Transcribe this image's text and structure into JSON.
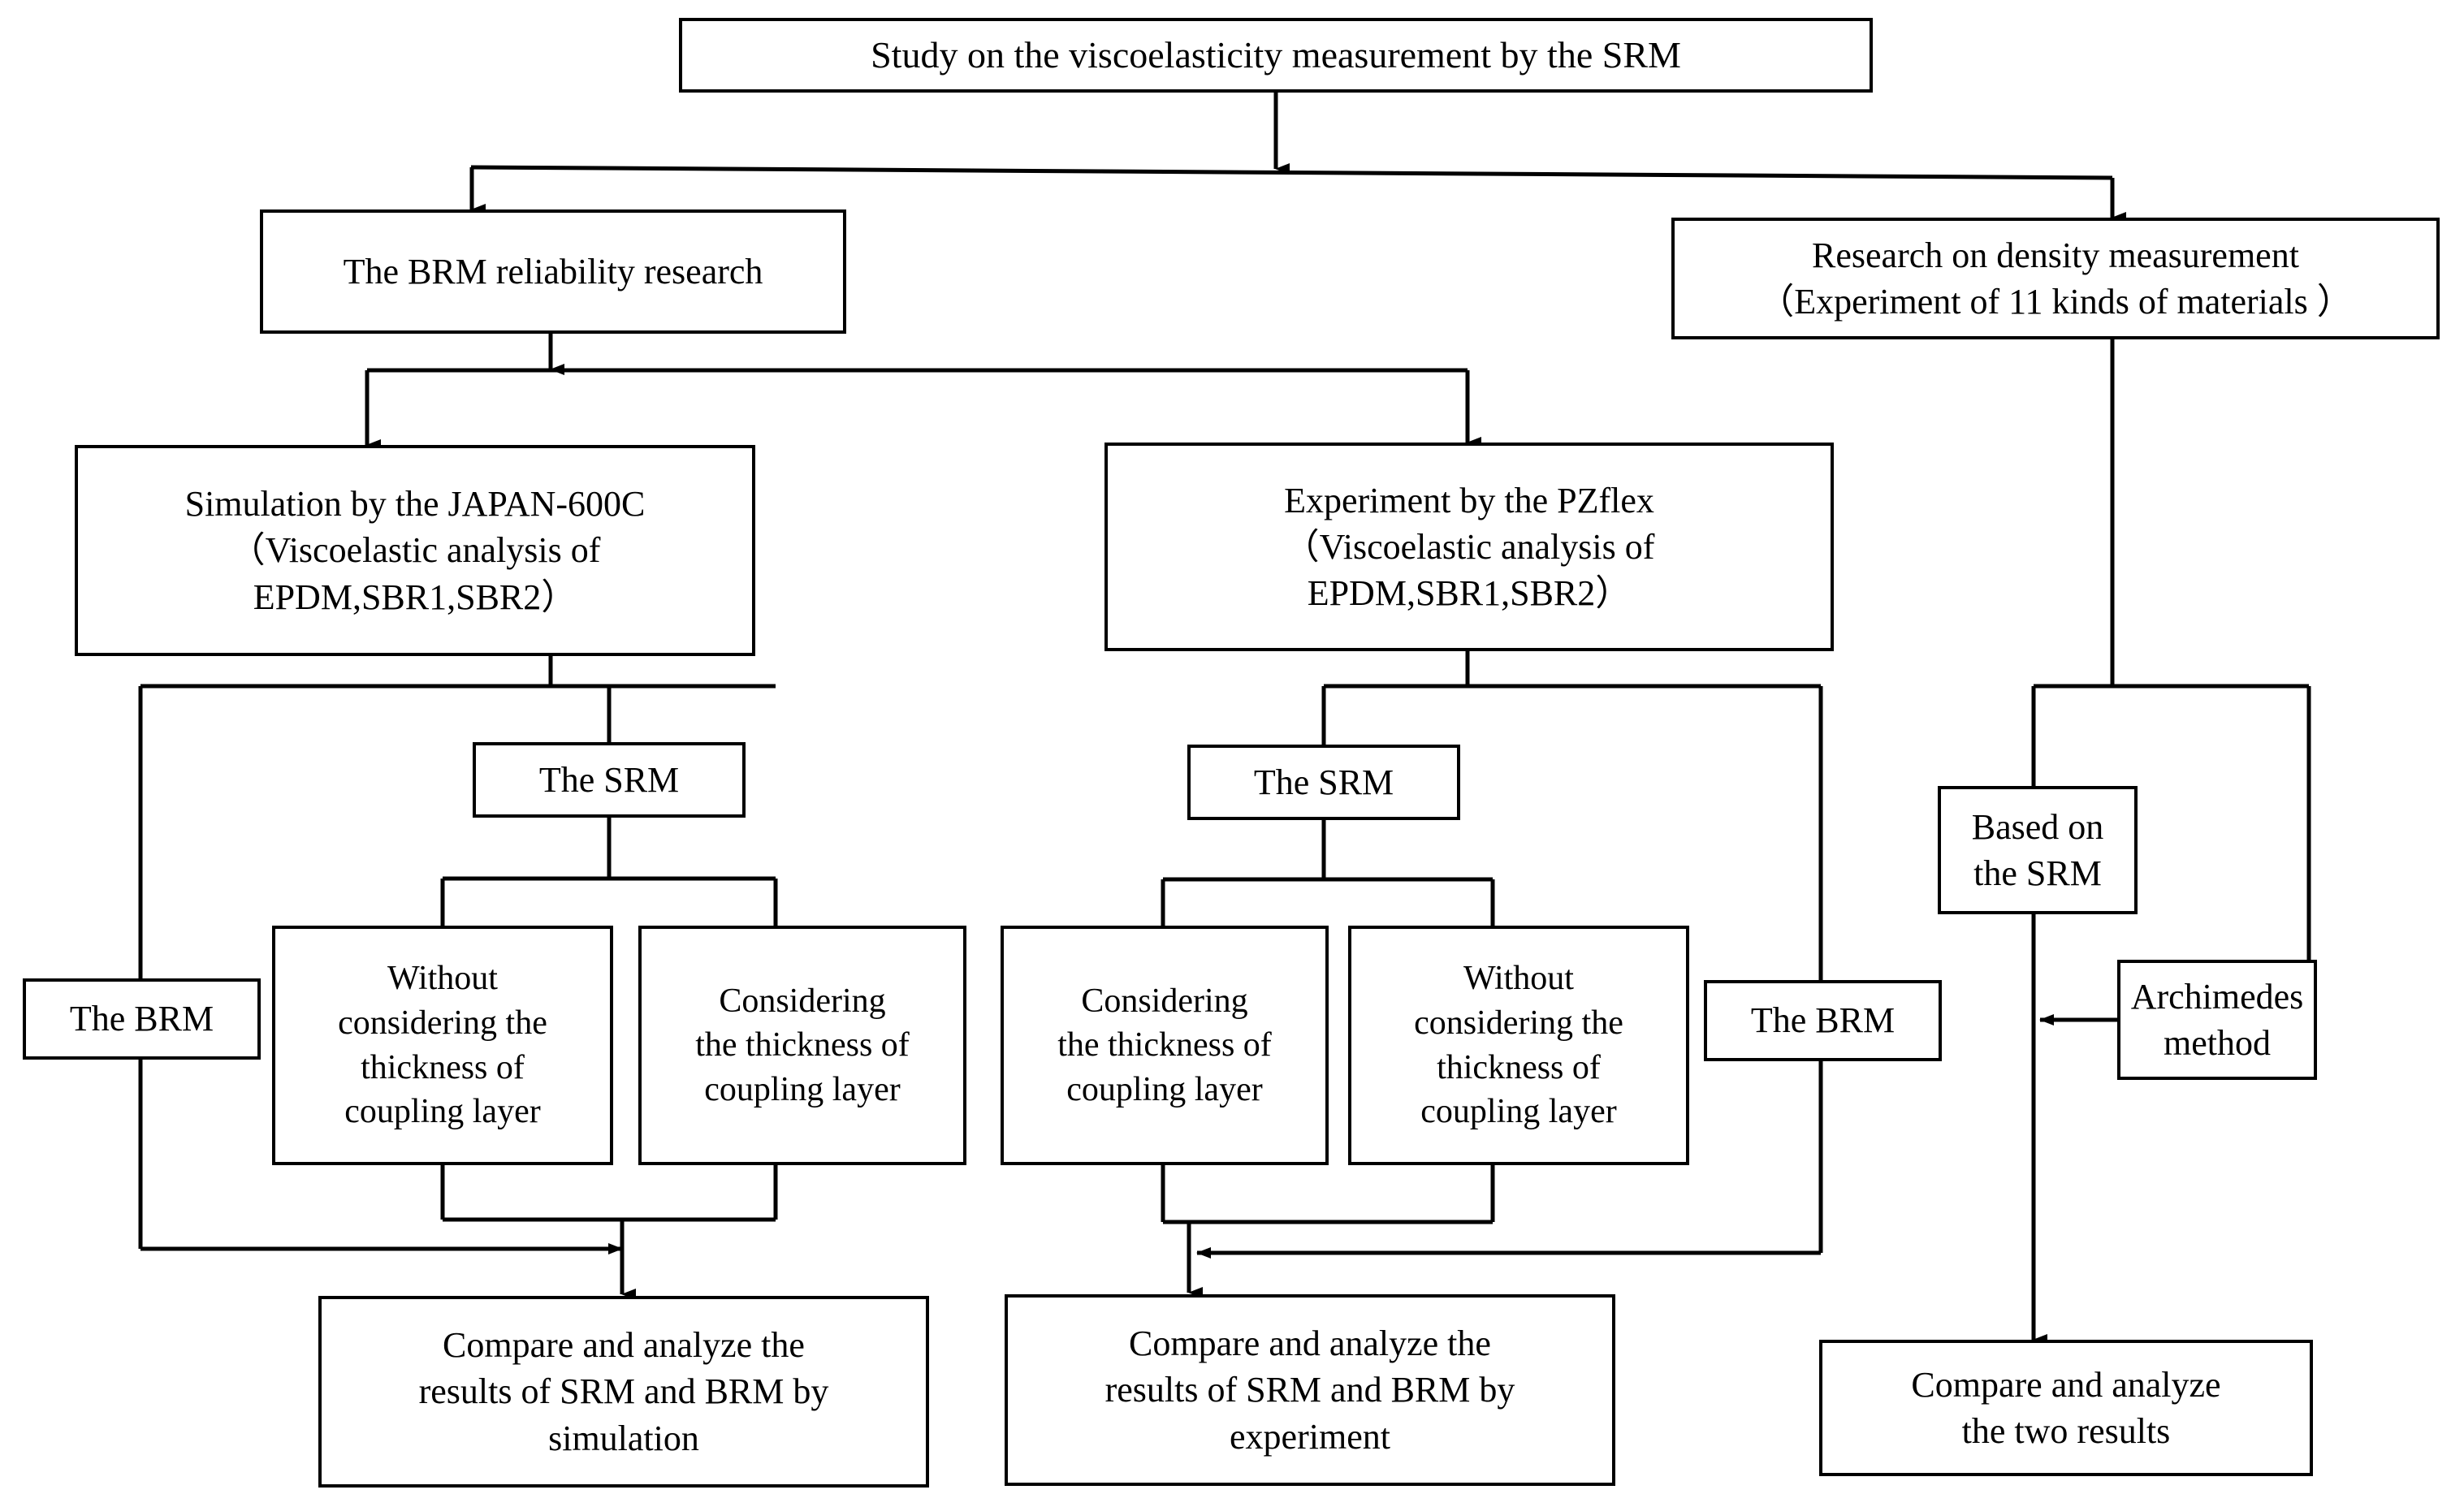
{
  "diagram": {
    "title_node": {
      "label": "Study on the viscoelasticity measurement by the SRM"
    },
    "level2": [
      {
        "id": "brm-reliability",
        "label": "The BRM reliability research"
      },
      {
        "id": "density-research",
        "label": "Research on density measurement\n（Experiment of 11 kinds of materials ）"
      }
    ],
    "level3": [
      {
        "id": "simulation-japan600c",
        "label": "Simulation by the JAPAN-600C\n（Viscoelastic analysis of\nEPDM,SBR1,SBR2）"
      },
      {
        "id": "experiment-pzflex",
        "label": "Experiment by the PZflex\n（Viscoelastic analysis of\nEPDM,SBR1,SBR2）"
      }
    ],
    "srm_nodes": [
      {
        "id": "srm-left",
        "label": "The SRM"
      },
      {
        "id": "srm-right",
        "label": "The SRM"
      }
    ],
    "brm_nodes": [
      {
        "id": "brm-left",
        "label": "The BRM"
      },
      {
        "id": "brm-right",
        "label": "The BRM"
      }
    ],
    "coupling_nodes": [
      {
        "id": "without-thickness-left",
        "label": "Without\nconsidering the\nthickness of\ncoupling layer"
      },
      {
        "id": "considering-thickness-left",
        "label": "Considering\nthe thickness of\ncoupling layer"
      },
      {
        "id": "considering-thickness-right",
        "label": "Considering\nthe thickness of\ncoupling layer"
      },
      {
        "id": "without-thickness-right",
        "label": "Without\nconsidering the\nthickness of\ncoupling layer"
      }
    ],
    "density_branch": [
      {
        "id": "based-on-srm",
        "label": "Based on\nthe SRM"
      },
      {
        "id": "archimedes-method",
        "label": "Archimedes\nmethod"
      }
    ],
    "results": [
      {
        "id": "compare-simulation",
        "label": "Compare and analyze the\nresults of SRM and BRM by\nsimulation"
      },
      {
        "id": "compare-experiment",
        "label": "Compare and analyze the\nresults of SRM and BRM by\nexperiment"
      },
      {
        "id": "compare-two-results",
        "label": "Compare and analyze\nthe two results"
      }
    ],
    "style": {
      "line_color": "#000000",
      "box_border_color": "#000000",
      "background_color": "#ffffff",
      "text_color": "#000000"
    }
  }
}
